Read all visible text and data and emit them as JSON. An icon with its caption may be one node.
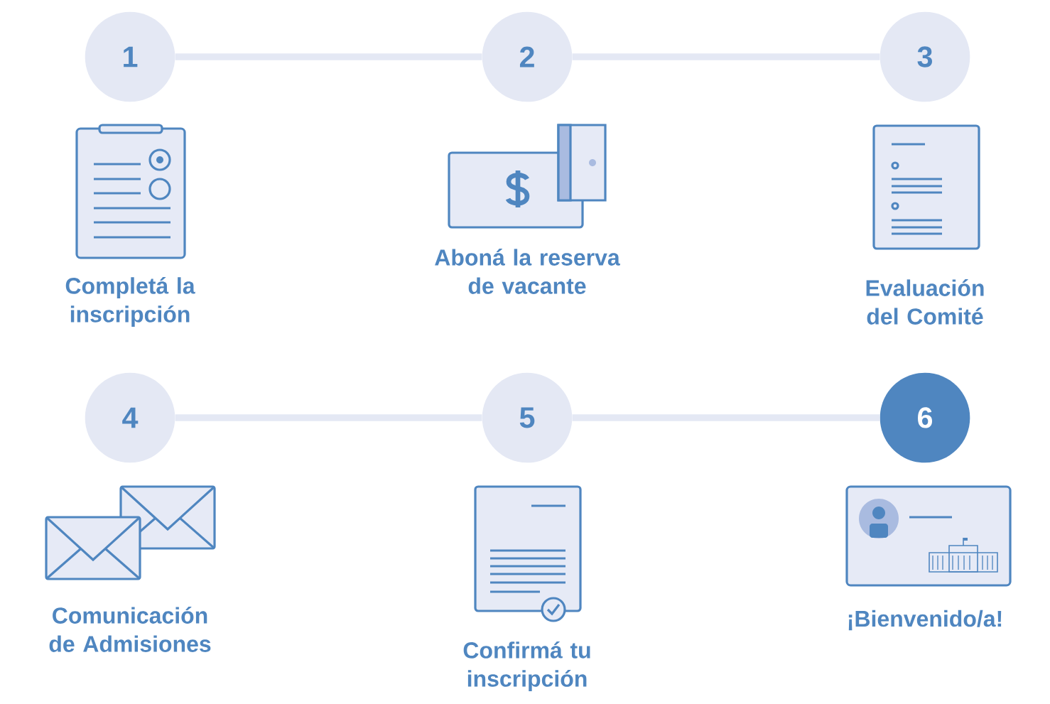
{
  "diagram": {
    "nodes": [
      {
        "text": [
          "1"
        ]
      },
      {
        "text": [
          "2"
        ]
      },
      {
        "text": [
          "3"
        ]
      },
      {
        "text": [
          "4"
        ]
      },
      {
        "text": [
          "5"
        ]
      },
      {
        "text": [
          "6"
        ]
      }
    ],
    "labels": [
      "Completá la inscripción",
      "Aboná la reserva de vacante",
      "Evaluación del Comité",
      "Comunicación de Admisiones",
      "Confirmá tu inscripción",
      "¡Bienvenido/a!"
    ],
    "edges": [
      {
        "from": 0,
        "to": 1,
        "arrow": "none"
      },
      {
        "from": 1,
        "to": 2,
        "arrow": "none"
      },
      {
        "from": 3,
        "to": 4,
        "arrow": "none"
      },
      {
        "from": 4,
        "to": 5,
        "arrow": "none"
      }
    ]
  }
}
